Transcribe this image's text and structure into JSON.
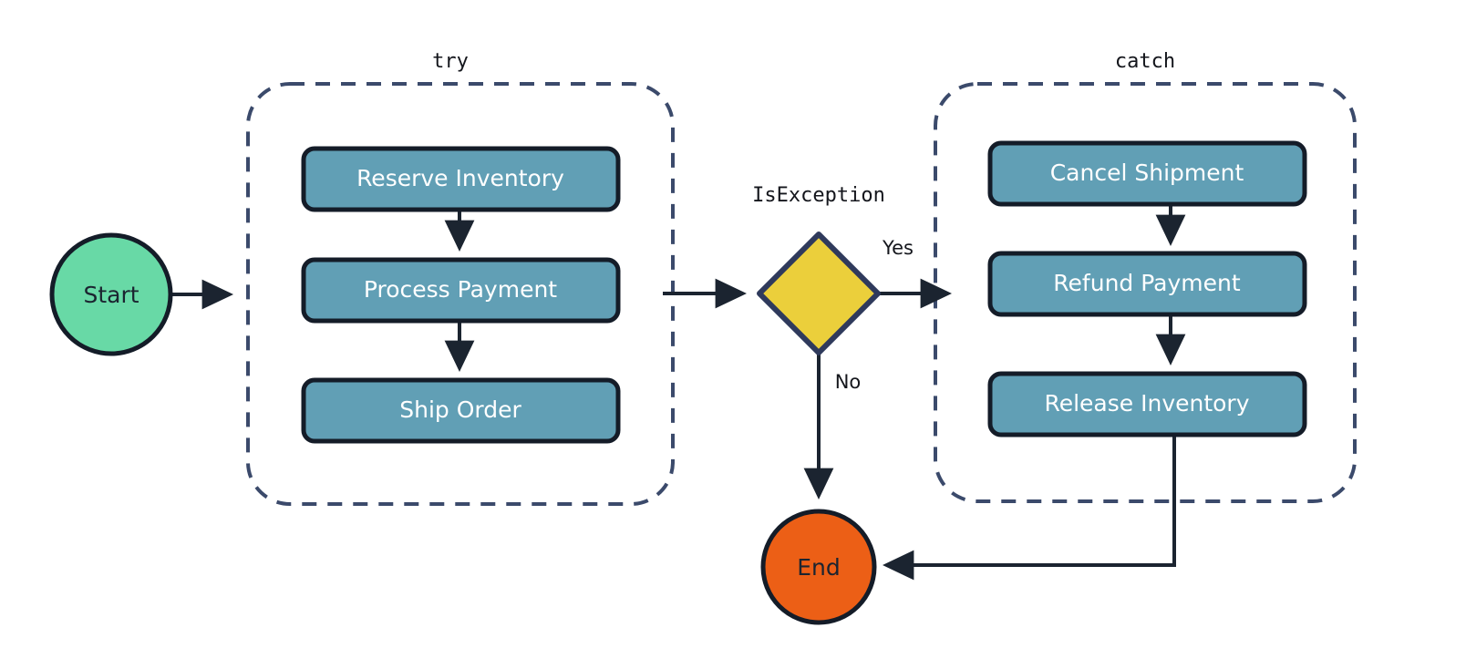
{
  "diagram": {
    "title": "Order fulfillment try/catch flowchart",
    "type": "flowchart",
    "direction": "left-to-right",
    "background": "#ffffff"
  },
  "palette": {
    "start_fill": "#68d9a6",
    "end_fill": "#ec5f16",
    "process_fill": "#619fb5",
    "decision_fill": "#ebcf3b",
    "node_stroke": "#141c28",
    "decision_stroke": "#2f3a5c",
    "cluster_stroke": "#3b4a6b",
    "edge_stroke": "#1b2430",
    "light_text": "#ffffff",
    "dark_text": "#1b2430"
  },
  "clusters": [
    {
      "id": "try",
      "label": "try"
    },
    {
      "id": "catch",
      "label": "catch"
    }
  ],
  "nodes": {
    "start": {
      "label": "Start",
      "shape": "circle"
    },
    "reserve_inventory": {
      "label": "Reserve Inventory",
      "shape": "rounded-rect"
    },
    "process_payment": {
      "label": "Process Payment",
      "shape": "rounded-rect"
    },
    "ship_order": {
      "label": "Ship Order",
      "shape": "rounded-rect"
    },
    "is_exception": {
      "label": "IsException",
      "shape": "diamond"
    },
    "cancel_shipment": {
      "label": "Cancel Shipment",
      "shape": "rounded-rect"
    },
    "refund_payment": {
      "label": "Refund Payment",
      "shape": "rounded-rect"
    },
    "release_inventory": {
      "label": "Release Inventory",
      "shape": "rounded-rect"
    },
    "end": {
      "label": "End",
      "shape": "circle"
    }
  },
  "edges": [
    {
      "from": "start",
      "to": "try",
      "label": ""
    },
    {
      "from": "reserve_inventory",
      "to": "process_payment",
      "label": ""
    },
    {
      "from": "process_payment",
      "to": "ship_order",
      "label": ""
    },
    {
      "from": "try",
      "to": "is_exception",
      "label": ""
    },
    {
      "from": "is_exception",
      "to": "catch",
      "label": "Yes"
    },
    {
      "from": "is_exception",
      "to": "end",
      "label": "No"
    },
    {
      "from": "cancel_shipment",
      "to": "refund_payment",
      "label": ""
    },
    {
      "from": "refund_payment",
      "to": "release_inventory",
      "label": ""
    },
    {
      "from": "release_inventory",
      "to": "end",
      "label": ""
    }
  ],
  "edge_labels": {
    "yes": "Yes",
    "no": "No"
  }
}
